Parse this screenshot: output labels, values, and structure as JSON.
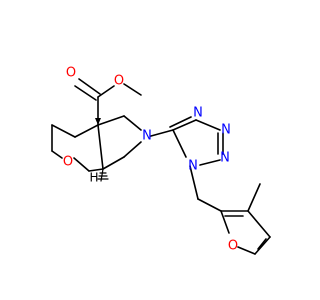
{
  "molecule": {
    "atom_labels": {
      "ester_carbonyl_oxygen": "O",
      "ester_oxygen": "O",
      "pyran_oxygen": "O",
      "furan_oxygen": "O",
      "pyrrolidine_nitrogen": "N",
      "tetrazole_n1": "N",
      "tetrazole_n2": "N",
      "tetrazole_n3": "N",
      "tetrazole_n4": "N",
      "stereo_hydrogen": "H"
    },
    "colors": {
      "oxygen": "#ff0000",
      "nitrogen": "#0000ff",
      "carbon_bonds": "#000000",
      "background": "#ffffff"
    }
  }
}
